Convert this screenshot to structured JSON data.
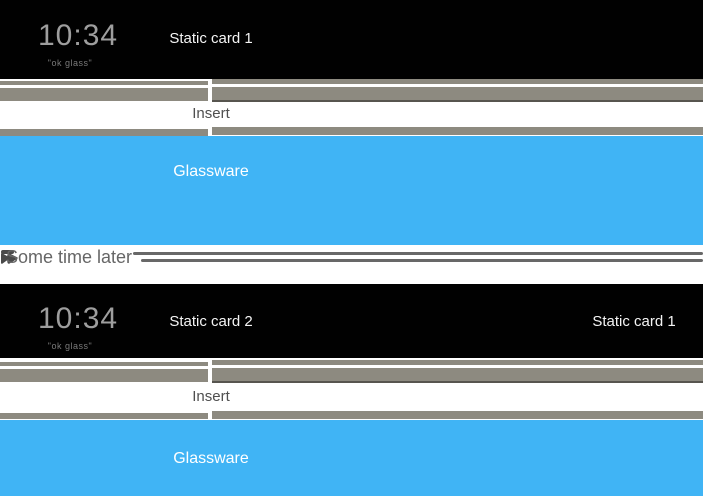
{
  "colors": {
    "card_black": "#010101",
    "timeline_gray": "#8d8a80",
    "timeline_dark": "#57554f",
    "glassware_blue": "#40b4f5",
    "clock_gray": "#9e9e9e",
    "hint_gray": "#7a7a7a",
    "label_dark": "#4f4f4f",
    "divider_text": "#666666",
    "divider_line": "#686868"
  },
  "row1": {
    "clock": {
      "time": "10:34",
      "hint": "\"ok glass\""
    },
    "card_label": "Static card 1",
    "insert_label": "Insert",
    "glassware_label": "Glassware"
  },
  "divider": {
    "label": "Some time later",
    "icon": "fast-forward-icon"
  },
  "row2": {
    "clock": {
      "time": "10:34",
      "hint": "\"ok glass\""
    },
    "card_label": "Static card 2",
    "card_label_right": "Static card 1",
    "insert_label": "Insert",
    "glassware_label": "Glassware"
  }
}
